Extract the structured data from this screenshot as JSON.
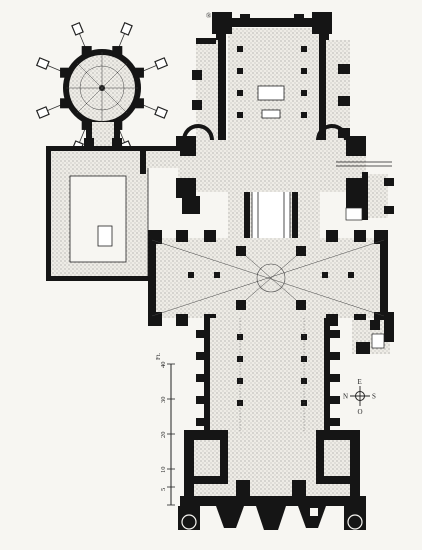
{
  "scale": {
    "unit": "Ft.",
    "ticks": [
      "40",
      "30",
      "20",
      "10",
      "5"
    ]
  },
  "compass": {
    "north": "N",
    "east": "E",
    "south": "S",
    "west": "O"
  },
  "marker": "®",
  "colors": {
    "wall": "#151515",
    "paper": "#f7f6f2",
    "floor": "#dcdad4"
  }
}
